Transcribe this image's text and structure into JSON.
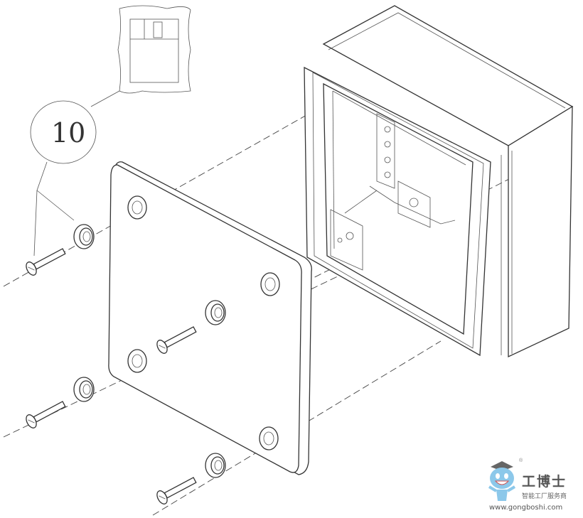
{
  "callout": {
    "number": "10"
  },
  "watermark": {
    "brand": "工博士",
    "tagline": "智能工厂服务商",
    "url": "www.gongboshi.com",
    "registered_mark": "®"
  },
  "colors": {
    "line": "#333333",
    "mascot": "#8cc8ea"
  }
}
